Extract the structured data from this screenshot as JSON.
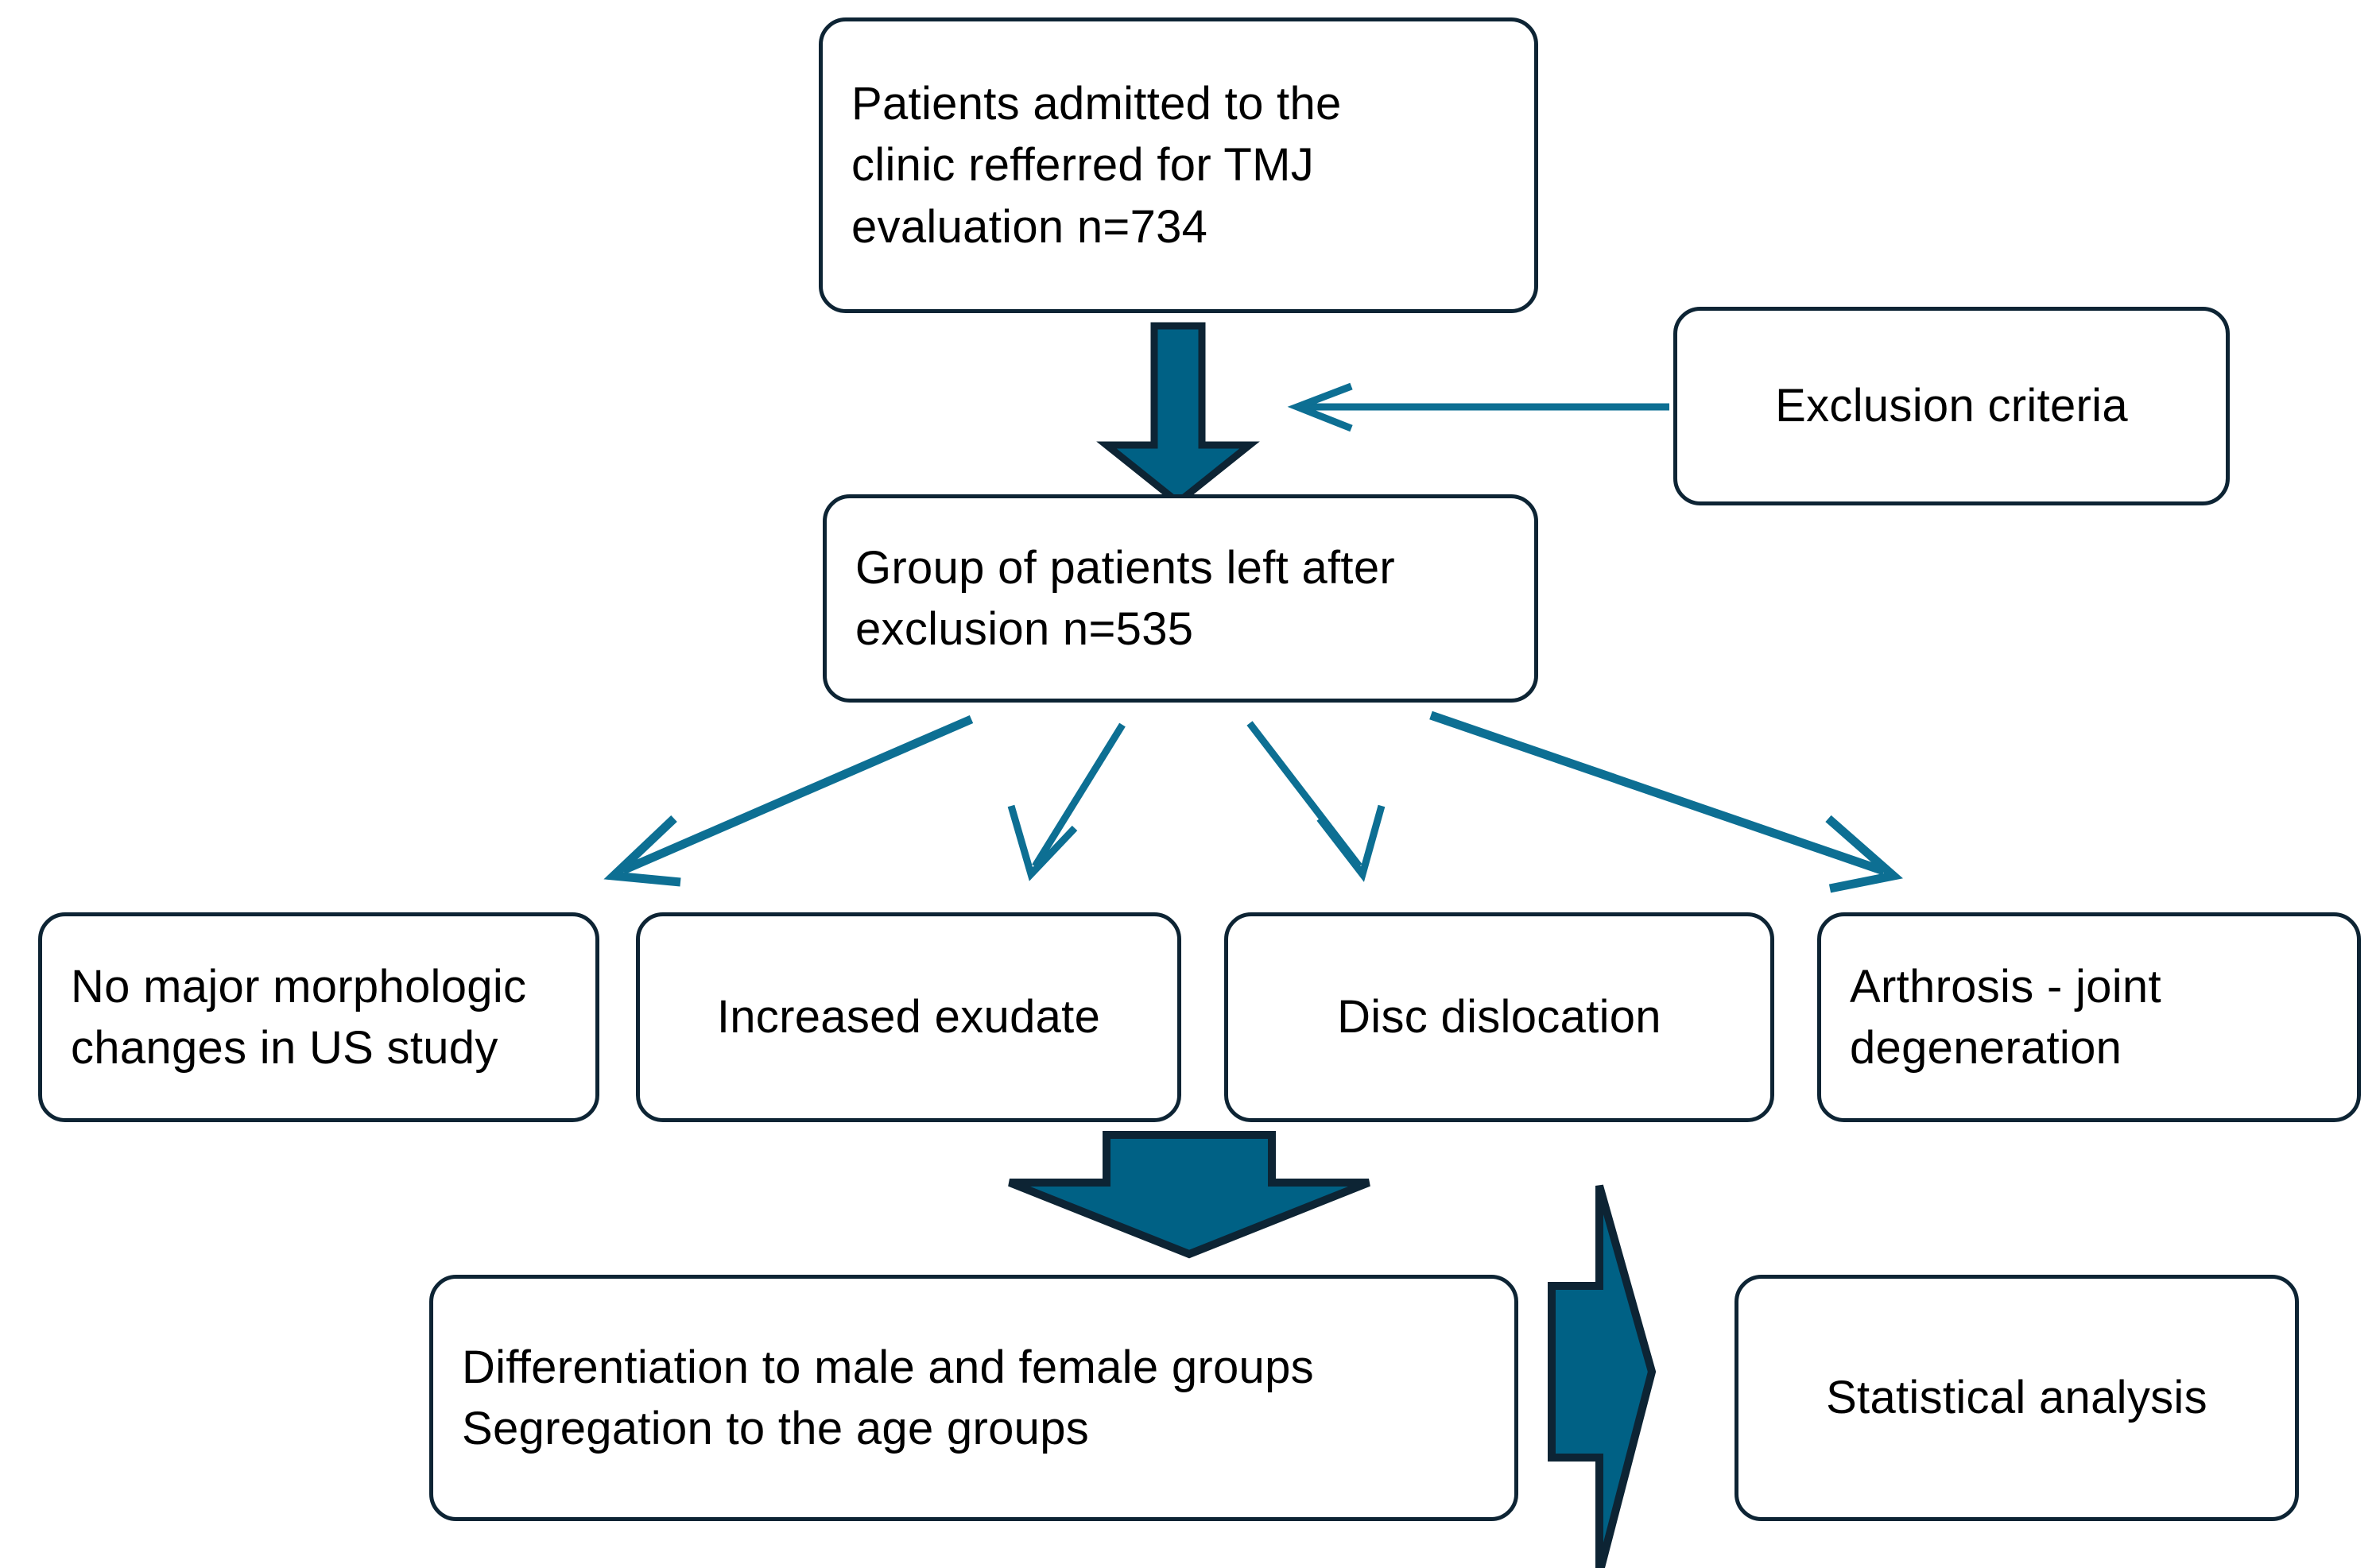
{
  "diagram": {
    "title": "TMJ patient study flowchart",
    "colors": {
      "node_border": "#0d2434",
      "node_fill": "#ffffff",
      "block_arrow_fill": "#006185",
      "block_arrow_stroke": "#0d2434",
      "thin_arrow": "#0d6f93",
      "text": "#000000"
    },
    "nodes": {
      "admitted": "Patients admitted to the\nclinic refferred for TMJ\nevaluation  n=734",
      "exclusion_criteria": "Exclusion  criteria",
      "group_left": "Group  of  patients left  after\nexclusion  n=535",
      "no_major_changes": "No major  morphologic\nchanges   in  US study",
      "increased_exudate": "Increased exudate",
      "disc_dislocation": "Disc  dislocation",
      "arthrosis": "Arthrosis  -  joint\ndegeneration",
      "differentiation": "Differentiation  to male  and   female  groups\nSegregation   to the   age groups",
      "statistical_analysis": "Statistical  analysis"
    },
    "connectors": {
      "exclusion_to_flow": "thin-arrow-left",
      "admitted_to_group": "block-arrow-down",
      "group_to_categories": [
        "thin-arrow-diagonal-left",
        "thin-arrow-down-left",
        "thin-arrow-down-right",
        "thin-arrow-diagonal-right"
      ],
      "categories_to_differentiation": "block-arrow-down-wide",
      "differentiation_to_statistical": "block-arrow-right"
    }
  }
}
